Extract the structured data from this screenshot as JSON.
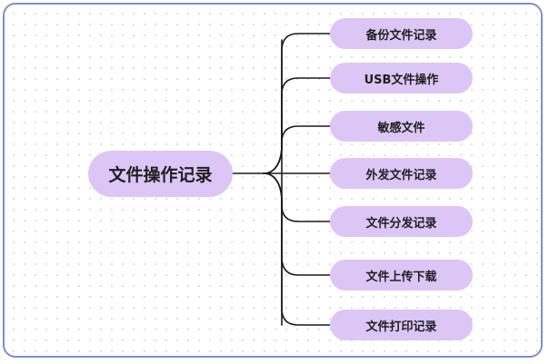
{
  "diagram": {
    "root": {
      "label": "文件操作记录"
    },
    "branches": [
      {
        "label": "备份文件记录"
      },
      {
        "label": "USB文件操作"
      },
      {
        "label": "敏感文件"
      },
      {
        "label": "外发文件记录"
      },
      {
        "label": "文件分发记录"
      },
      {
        "label": "文件上传下载"
      },
      {
        "label": "文件打印记录"
      }
    ]
  },
  "colors": {
    "node_fill": "#dcc6f6",
    "frame_border": "#7a8ed6",
    "connector": "#1a1a1a",
    "grid_dot": "#d7d7d7"
  }
}
